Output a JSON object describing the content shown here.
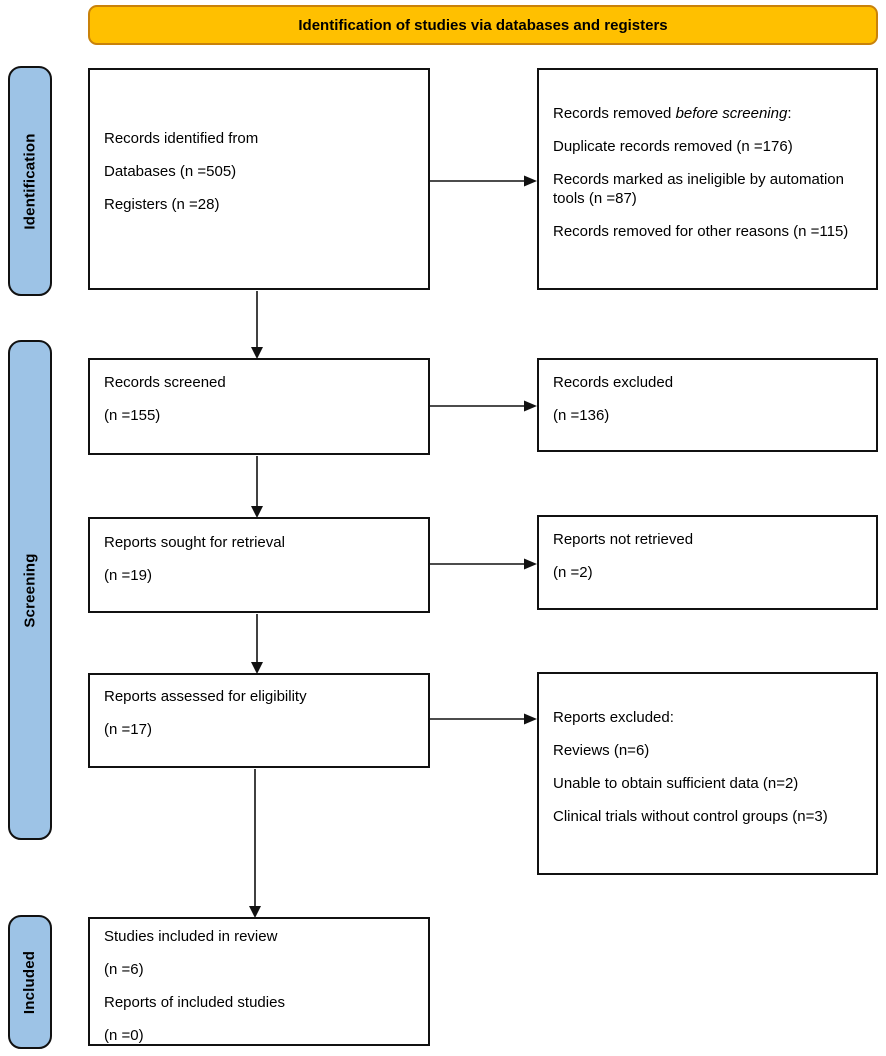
{
  "banner": {
    "title": "Identification of studies via databases and registers"
  },
  "stages": [
    {
      "label": "Identification"
    },
    {
      "label": "Screening"
    },
    {
      "label": "Included"
    }
  ],
  "boxes": {
    "records_identified": {
      "lines": [
        "Records identified from",
        "Databases (n =505)",
        "Registers (n =28)"
      ]
    },
    "records_removed": {
      "intro_prefix": "Records removed ",
      "intro_italic": "before screening",
      "intro_suffix": ":",
      "items": [
        "Duplicate records removed (n =176)",
        "Records marked as ineligible by automation tools (n =87)",
        "Records removed for other reasons (n =115)"
      ]
    },
    "records_screened": {
      "lines": [
        "Records screened",
        "(n =155)"
      ]
    },
    "records_excluded": {
      "lines": [
        "Records excluded",
        "(n =136)"
      ]
    },
    "reports_sought": {
      "lines": [
        "Reports sought for retrieval",
        "(n =19)"
      ]
    },
    "reports_not_retrieved": {
      "lines": [
        "Reports not retrieved",
        "(n =2)"
      ]
    },
    "reports_assessed": {
      "lines": [
        "Reports assessed for eligibility",
        "(n =17)"
      ]
    },
    "reports_excluded": {
      "lines": [
        "Reports excluded:",
        "Reviews (n=6)",
        "Unable to obtain sufficient data (n=2)",
        "Clinical trials without control groups (n=3)"
      ]
    },
    "studies_included": {
      "lines": [
        "Studies included in review",
        "(n =6)",
        "Reports of included studies",
        "(n =0)"
      ]
    }
  },
  "colors": {
    "banner_fill": "#FFC000",
    "banner_border": "#C9820A",
    "stage_fill": "#9DC3E6",
    "box_border": "#111111",
    "text": "#000000"
  }
}
